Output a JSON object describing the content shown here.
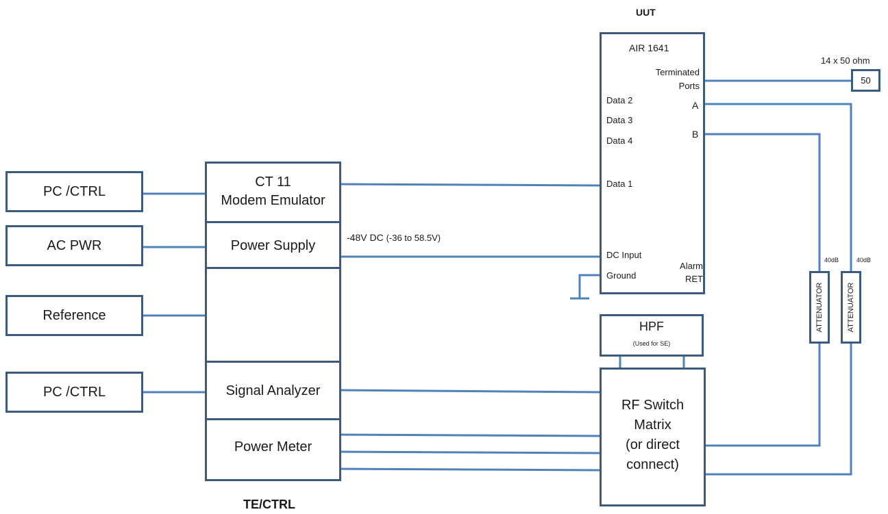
{
  "diagram": {
    "uut_header": "UUT",
    "tectrl_footer": "TE/CTRL",
    "left_boxes": {
      "pc_ctrl_top": "PC /CTRL",
      "ac_pwr": "AC PWR",
      "reference": "Reference",
      "pc_ctrl_bottom": "PC /CTRL"
    },
    "te_stack": {
      "ct11_line1": "CT 11",
      "ct11_line2": "Modem Emulator",
      "power_supply": "Power Supply",
      "signal_analyzer": "Signal Analyzer",
      "power_meter": "Power Meter"
    },
    "dc_label_main": "-48V DC ",
    "dc_label_range": "(-36 to 58.5V)",
    "uut_box": {
      "title": "AIR 1641",
      "terminated_line1": "Terminated",
      "terminated_line2": "Ports",
      "port_a": "A",
      "port_b": "B",
      "data2": "Data 2",
      "data3": "Data 3",
      "data4": "Data 4",
      "data1": "Data 1",
      "dc_input": "DC Input",
      "ground": "Ground",
      "alarm_line1": "Alarm",
      "alarm_line2": "RET"
    },
    "termination": {
      "label": "14 x 50 ohm",
      "value": "50"
    },
    "hpf": {
      "title": "HPF",
      "note": "(Used for SE)"
    },
    "rf_switch": {
      "line1": "RF Switch",
      "line2": "Matrix",
      "line3": "(or direct",
      "line4": "connect)"
    },
    "attenuators": {
      "left_label": "ATTENUATOR",
      "right_label": "ATTENUATOR",
      "left_db": "40dB",
      "right_db": "40dB"
    }
  },
  "colors": {
    "box_border": "#3a5a80",
    "line": "#4f81bd"
  }
}
